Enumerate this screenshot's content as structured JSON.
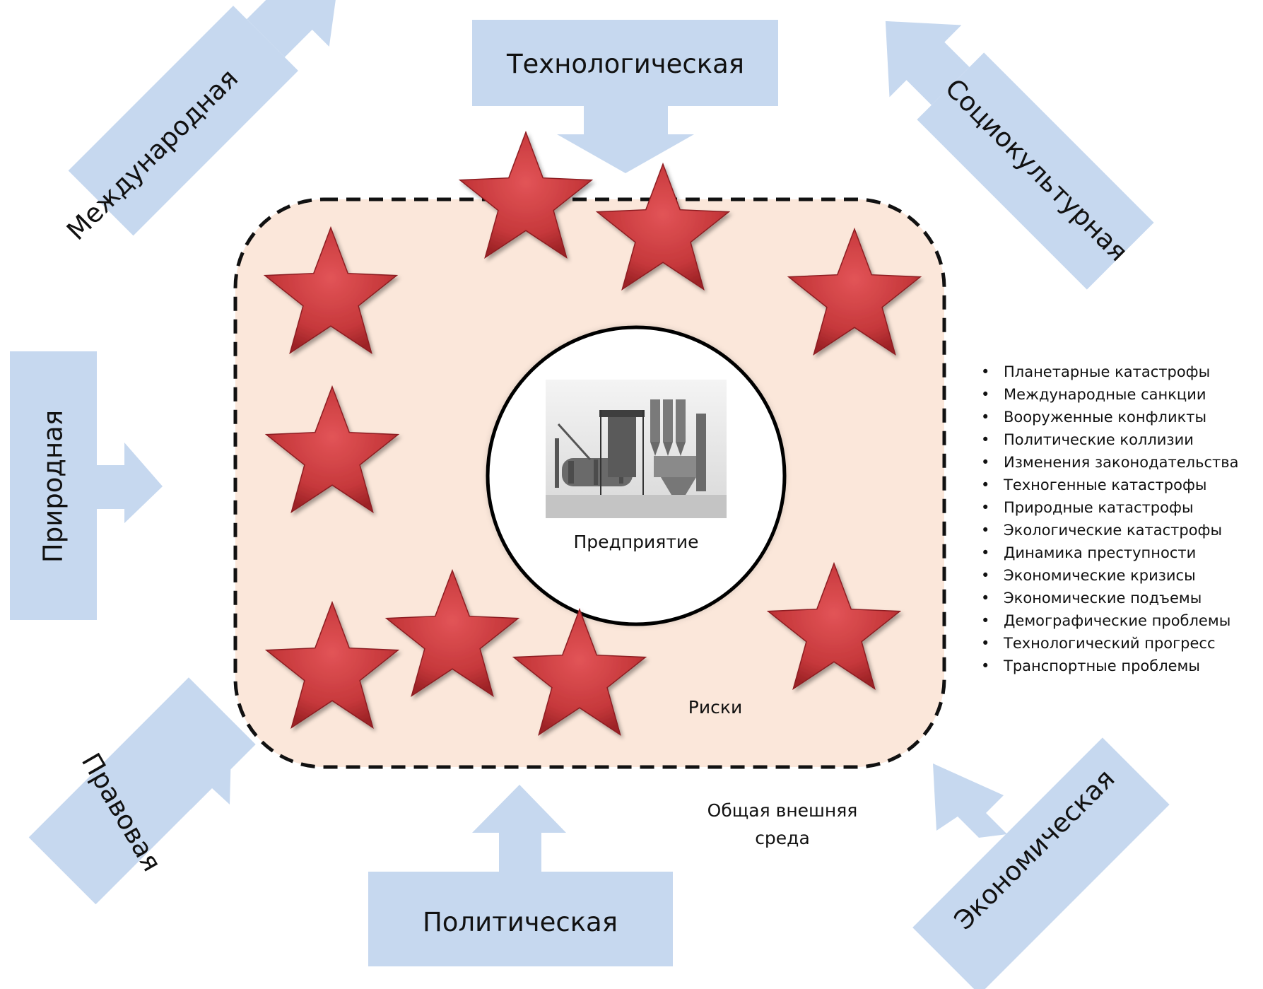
{
  "environments": [
    {
      "id": "tech",
      "label": "Технологическая"
    },
    {
      "id": "intl",
      "label": "Международная"
    },
    {
      "id": "socio",
      "label": "Социокультурная"
    },
    {
      "id": "nature",
      "label": "Природная"
    },
    {
      "id": "legal",
      "label": "Правовая"
    },
    {
      "id": "political",
      "label": "Политическая"
    },
    {
      "id": "economic",
      "label": "Экономическая"
    }
  ],
  "center": {
    "label": "Предприятие"
  },
  "risks_label": "Риски",
  "outer_env_label": [
    "Общая внешняя",
    "среда"
  ],
  "risk_list": [
    "Планетарные катастрофы",
    "Международные санкции",
    "Вооруженные конфликты",
    "Политические коллизии",
    "Изменения законодательства",
    "Техногенные катастрофы",
    "Природные катастрофы",
    "Экологические катастрофы",
    "Динамика преступности",
    "Экономические кризисы",
    "Экономические подъемы",
    "Демографические проблемы",
    "Технологический прогресс",
    "Транспортные проблемы"
  ],
  "colors": {
    "arrow": "#c6d8ef",
    "risk_zone": "#fbe7da",
    "star": "#c6383b",
    "text": "#111111"
  },
  "icons": {
    "center_image": "industrial-plant-image",
    "risk_marker": "star-icon"
  }
}
